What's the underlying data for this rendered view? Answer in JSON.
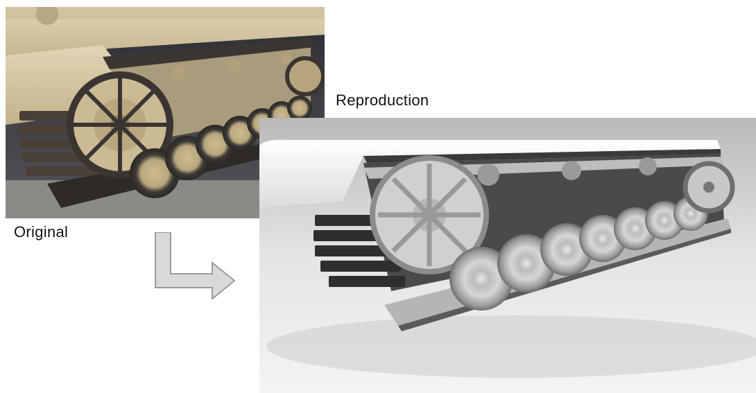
{
  "labels": {
    "original": "Original",
    "reproduction": "Reproduction"
  },
  "images": {
    "original": {
      "description_icon": "tank-track-photo"
    },
    "reproduction": {
      "description_icon": "tank-track-3d-render"
    }
  },
  "arrow": {
    "icon": "bent-arrow-right-icon",
    "color": "#d9d9d9",
    "stroke": "#9a9a9a"
  },
  "colors": {
    "hull_tan": "#d6c8a6",
    "track_dark": "#3a3530",
    "render_gray": "#c8c8c8"
  }
}
